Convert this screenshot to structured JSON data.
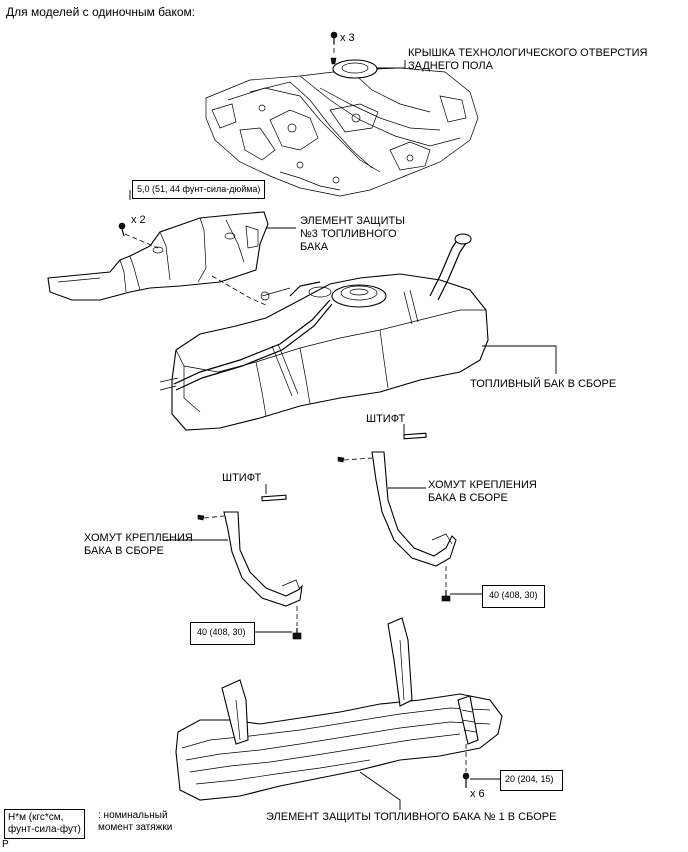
{
  "header": {
    "title": "Для моделей с одиночным баком:"
  },
  "labels": {
    "service_hole_cover": "КРЫШКА ТЕХНОЛОГИЧЕСКОГО ОТВЕРСТИЯ\nЗАДНЕГО ПОЛА",
    "protector_no3": "ЭЛЕМЕНТ ЗАЩИТЫ\n№3 ТОПЛИВНОГО\nБАКА",
    "fuel_tank": "ТОПЛИВНЫЙ БАК В СБОРЕ",
    "pin_right": "ШТИФТ",
    "pin_left": "ШТИФТ",
    "band_right": "ХОМУТ КРЕПЛЕНИЯ\nБАКА В СБОРЕ",
    "band_left": "ХОМУТ КРЕПЛЕНИЯ\nБАКА В СБОРЕ",
    "protector_no1": "ЭЛЕМЕНТ ЗАЩИТЫ ТОПЛИВНОГО БАКА № 1 В СБОРЕ"
  },
  "quantities": {
    "cover_screws": "x 3",
    "protector3_bolts": "x 2",
    "protector1_bolts": "x 6"
  },
  "torques": {
    "protector3": "5,0 (51, 44 фунт-сила-дюйма)",
    "band_right": "40 (408, 30)",
    "band_left": "40 (408, 30)",
    "protector1": "20 (204, 15)"
  },
  "legend": {
    "units": "Н*м (кгс*см,\nфунт-сила-фут)",
    "description": ": номинальный\nмомент затяжки"
  },
  "footer": {
    "code": "P"
  }
}
